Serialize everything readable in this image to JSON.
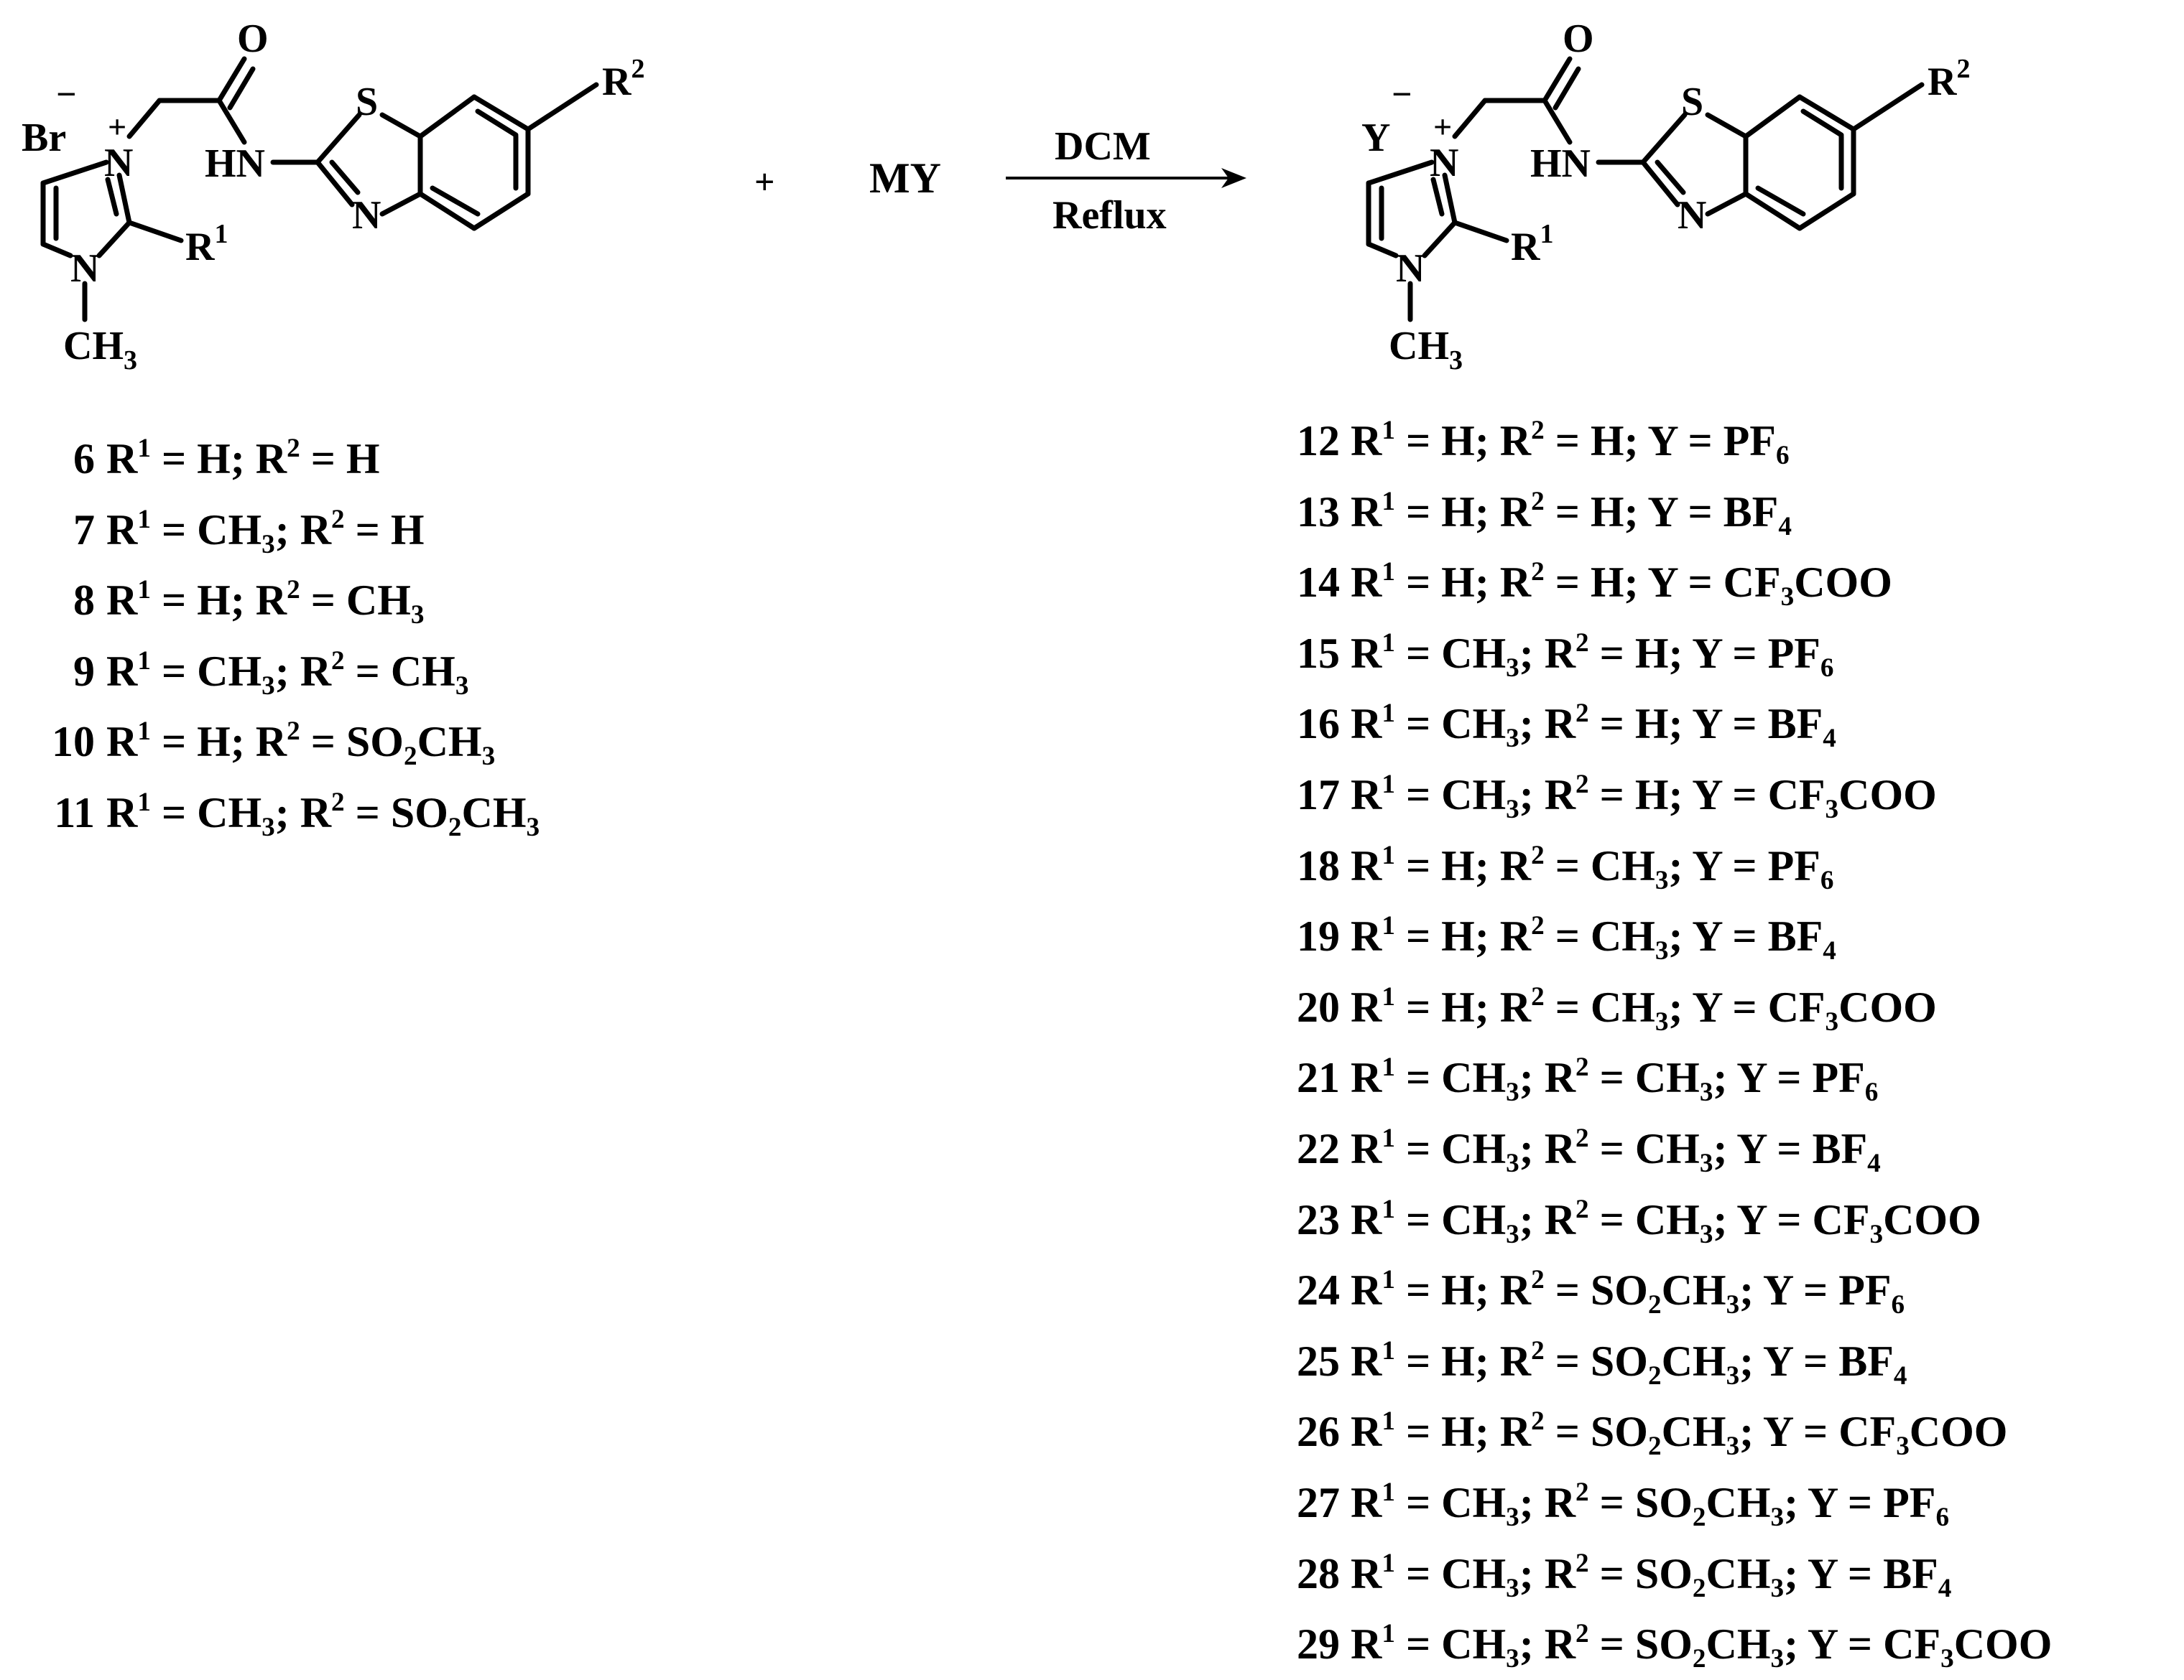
{
  "reactant": {
    "counter_ion": "Br",
    "charge_minus": "−",
    "charge_plus": "+",
    "carbonyl_O": "O",
    "amide_NH": "HN",
    "thiazole_S": "S",
    "thiazole_N": "N",
    "ring_N_plus": "N",
    "ring_N_methyl": "N",
    "r1_label": "R",
    "r1_sup": "1",
    "r2_label": "R",
    "r2_sup": "2",
    "methyl_C": "CH",
    "methyl_sub": "3"
  },
  "plus_sign": "+",
  "reagent": "MY",
  "arrow": {
    "above": "DCM",
    "below": "Reflux"
  },
  "product": {
    "counter_ion": "Y",
    "charge_minus": "−",
    "charge_plus": "+",
    "carbonyl_O": "O",
    "amide_NH": "HN",
    "thiazole_S": "S",
    "thiazole_N": "N",
    "ring_N_plus": "N",
    "ring_N_methyl": "N",
    "r1_label": "R",
    "r1_sup": "1",
    "r2_label": "R",
    "r2_sup": "2",
    "methyl_C": "CH",
    "methyl_sub": "3"
  },
  "reactant_list": [
    {
      "num": "6",
      "r1": "H",
      "r2": "H"
    },
    {
      "num": "7",
      "r1": "CH3",
      "r2": "H"
    },
    {
      "num": "8",
      "r1": "H",
      "r2": "CH3"
    },
    {
      "num": "9",
      "r1": "CH3",
      "r2": "CH3"
    },
    {
      "num": "10",
      "r1": "H",
      "r2": "SO2CH3"
    },
    {
      "num": "11",
      "r1": "CH3",
      "r2": "SO2CH3"
    }
  ],
  "product_list": [
    {
      "num": "12",
      "r1": "H",
      "r2": "H",
      "y": "PF6"
    },
    {
      "num": "13",
      "r1": "H",
      "r2": "H",
      "y": "BF4"
    },
    {
      "num": "14",
      "r1": "H",
      "r2": "H",
      "y": "CF3COO"
    },
    {
      "num": "15",
      "r1": "CH3",
      "r2": "H",
      "y": "PF6"
    },
    {
      "num": "16",
      "r1": "CH3",
      "r2": "H",
      "y": "BF4"
    },
    {
      "num": "17",
      "r1": "CH3",
      "r2": "H",
      "y": "CF3COO"
    },
    {
      "num": "18",
      "r1": "H",
      "r2": "CH3",
      "y": "PF6"
    },
    {
      "num": "19",
      "r1": "H",
      "r2": "CH3",
      "y": "BF4"
    },
    {
      "num": "20",
      "r1": "H",
      "r2": "CH3",
      "y": "CF3COO"
    },
    {
      "num": "21",
      "r1": "CH3",
      "r2": "CH3",
      "y": "PF6"
    },
    {
      "num": "22",
      "r1": "CH3",
      "r2": "CH3",
      "y": "BF4"
    },
    {
      "num": "23",
      "r1": "CH3",
      "r2": "CH3",
      "y": "CF3COO"
    },
    {
      "num": "24",
      "r1": "H",
      "r2": "SO2CH3",
      "y": "PF6"
    },
    {
      "num": "25",
      "r1": "H",
      "r2": "SO2CH3",
      "y": "BF4"
    },
    {
      "num": "26",
      "r1": "H",
      "r2": "SO2CH3",
      "y": "CF3COO"
    },
    {
      "num": "27",
      "r1": "CH3",
      "r2": "SO2CH3",
      "y": "PF6"
    },
    {
      "num": "28",
      "r1": "CH3",
      "r2": "SO2CH3",
      "y": "BF4"
    },
    {
      "num": "29",
      "r1": "CH3",
      "r2": "SO2CH3",
      "y": "CF3COO"
    }
  ],
  "list_labels": {
    "r1": "R",
    "r1_sup": "1",
    "r2": "R",
    "r2_sup": "2",
    "y": "Y",
    "eq": "=",
    "sep": ";"
  }
}
